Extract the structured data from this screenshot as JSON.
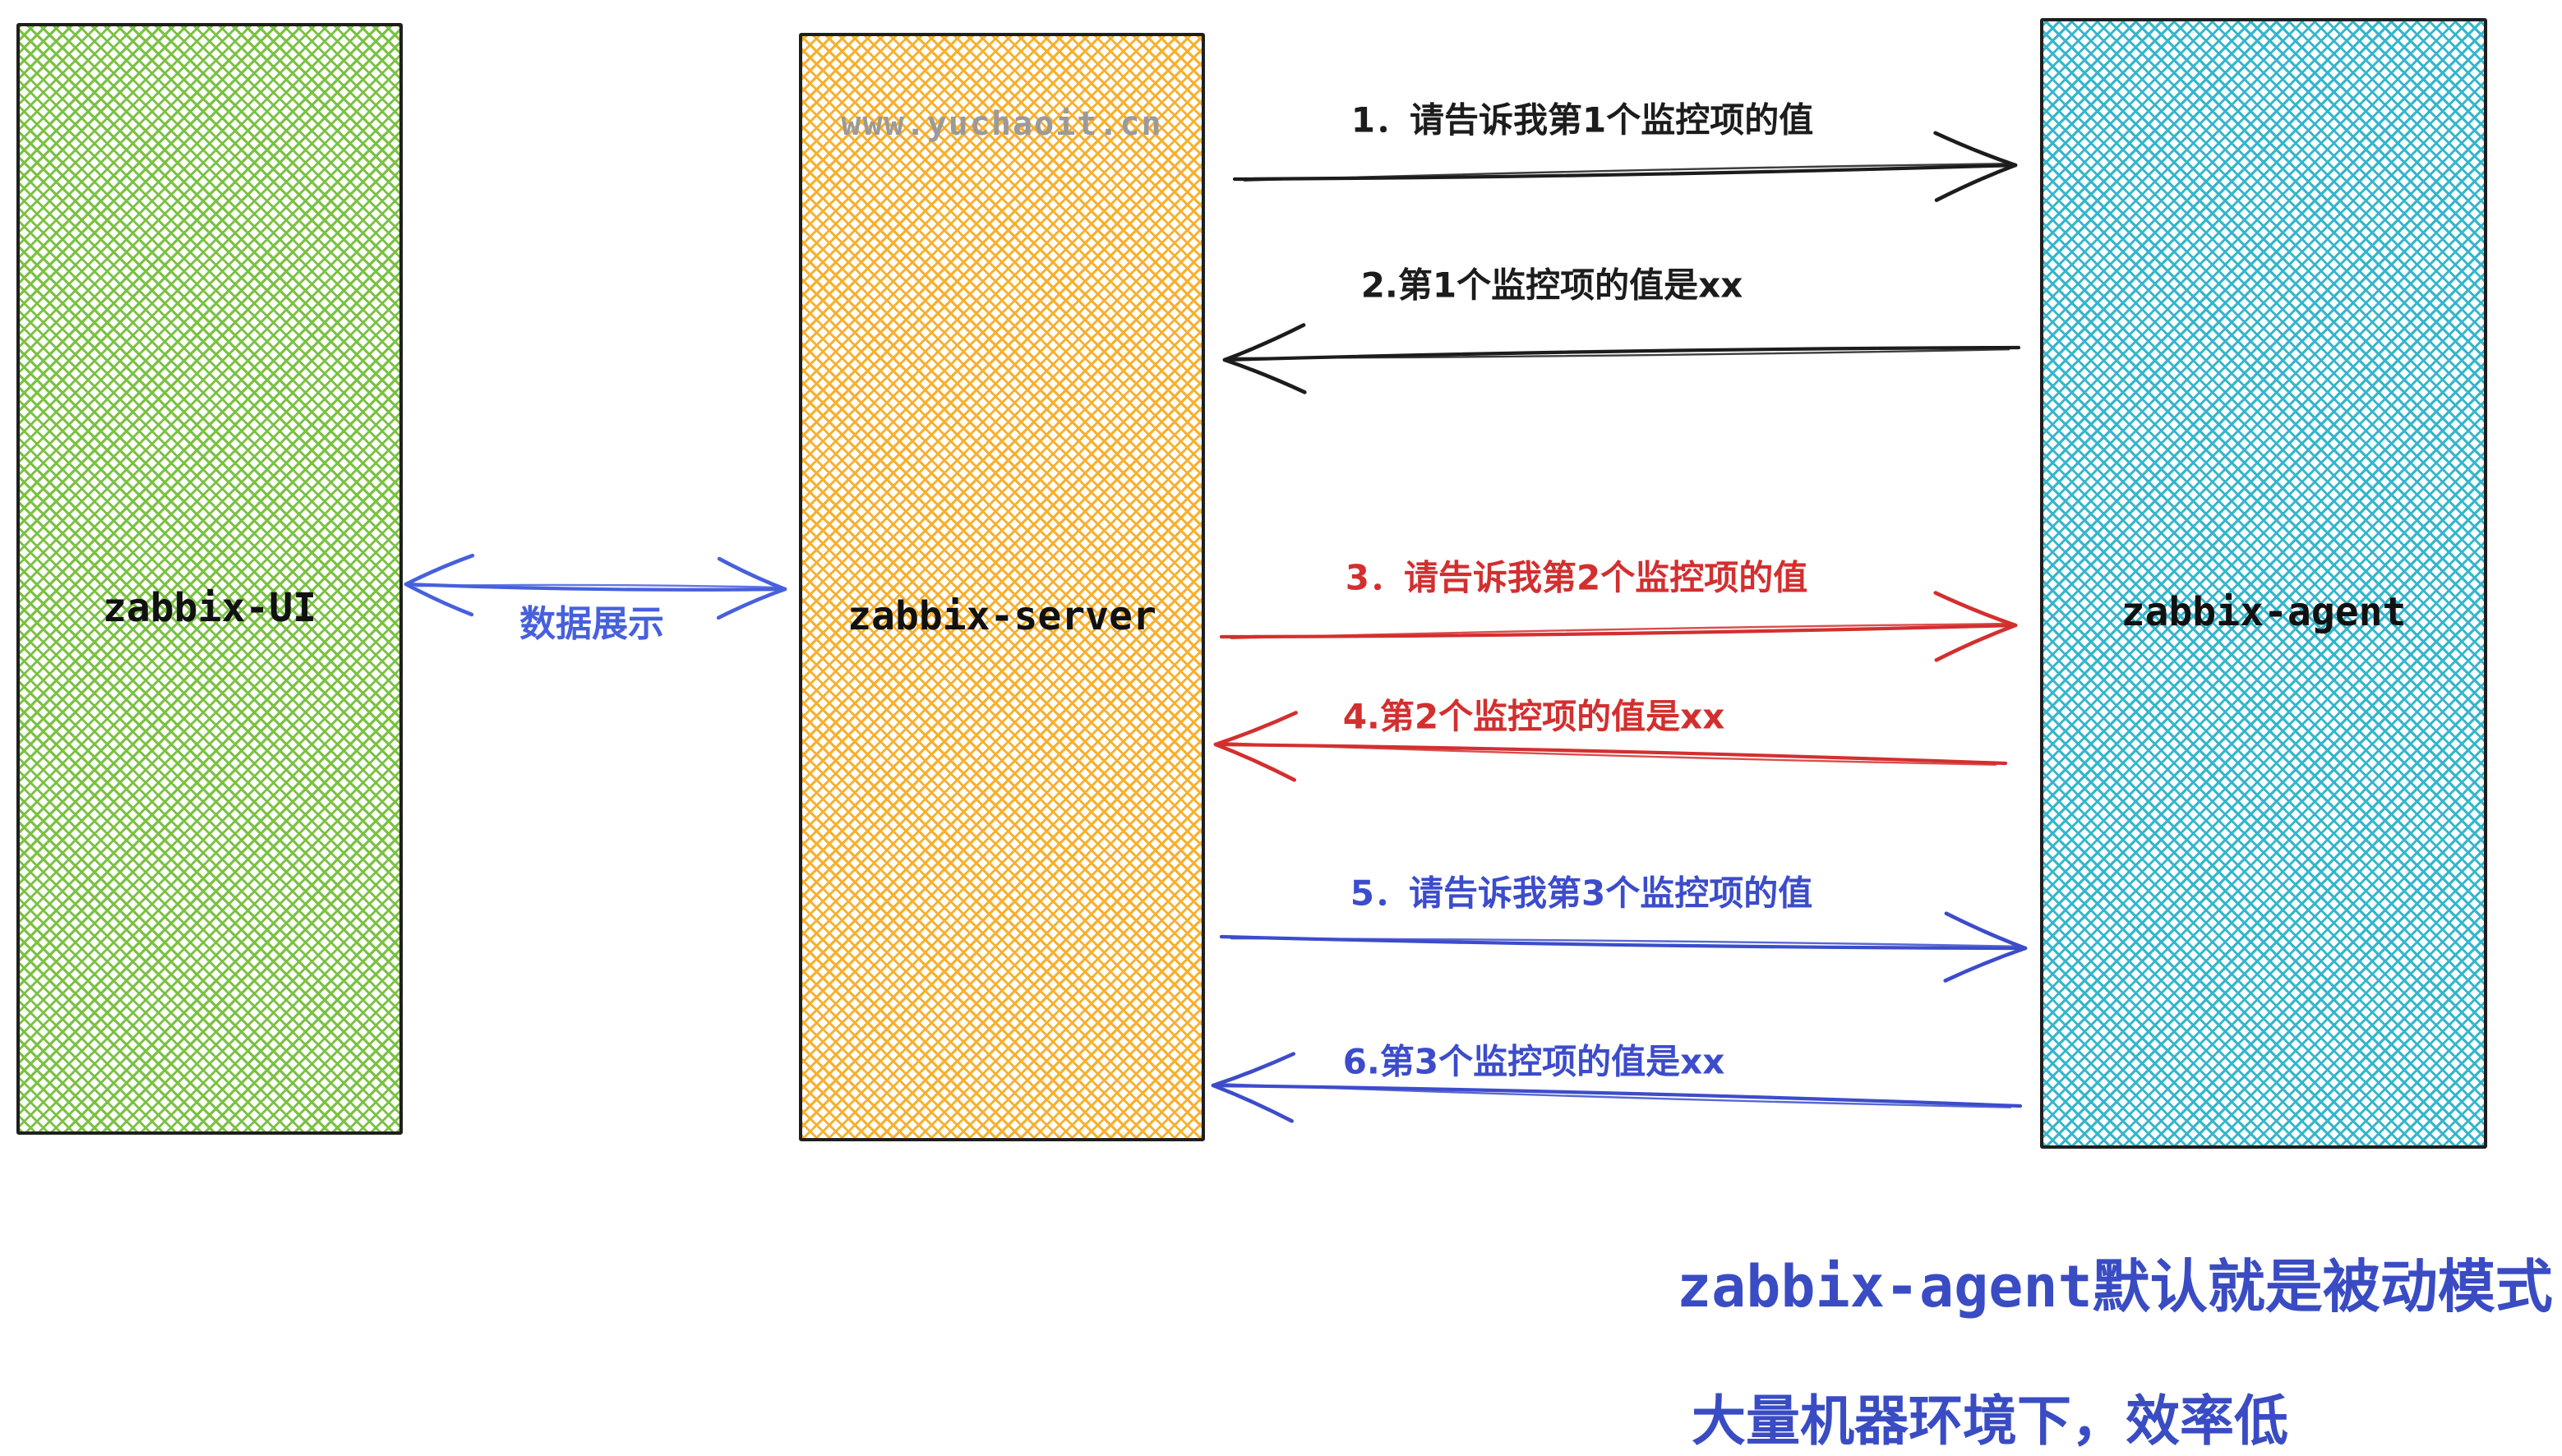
{
  "watermark": "www.yuchaoit.cn",
  "boxes": {
    "ui": {
      "label": "zabbix-UI",
      "hatch_color": "#7bc143"
    },
    "server": {
      "label": "zabbix-server",
      "hatch_color": "#f7b02f"
    },
    "agent": {
      "label": "zabbix-agent",
      "hatch_color": "#34b6cc"
    }
  },
  "ui_server_link": {
    "label": "数据展示",
    "color": "#4660dd",
    "bidirectional": true
  },
  "messages": [
    {
      "label": "1．请告诉我第1个监控项的值",
      "color": "#1c1c1c",
      "direction": "server_to_agent"
    },
    {
      "label": "2.第1个监控项的值是xx",
      "color": "#1c1c1c",
      "direction": "agent_to_server"
    },
    {
      "label": "3．请告诉我第2个监控项的值",
      "color": "#d32f2f",
      "direction": "server_to_agent"
    },
    {
      "label": "4.第2个监控项的值是xx",
      "color": "#d32f2f",
      "direction": "agent_to_server"
    },
    {
      "label": "5．请告诉我第3个监控项的值",
      "color": "#3c4ccb",
      "direction": "server_to_agent"
    },
    {
      "label": "6.第3个监控项的值是xx",
      "color": "#3c4ccb",
      "direction": "agent_to_server"
    }
  ],
  "notes": {
    "color": "#3a4cc3",
    "line1_code": "zabbix-agent",
    "line1_rest": "默认就是被动模式",
    "line2": "大量机器环境下，效率低"
  }
}
